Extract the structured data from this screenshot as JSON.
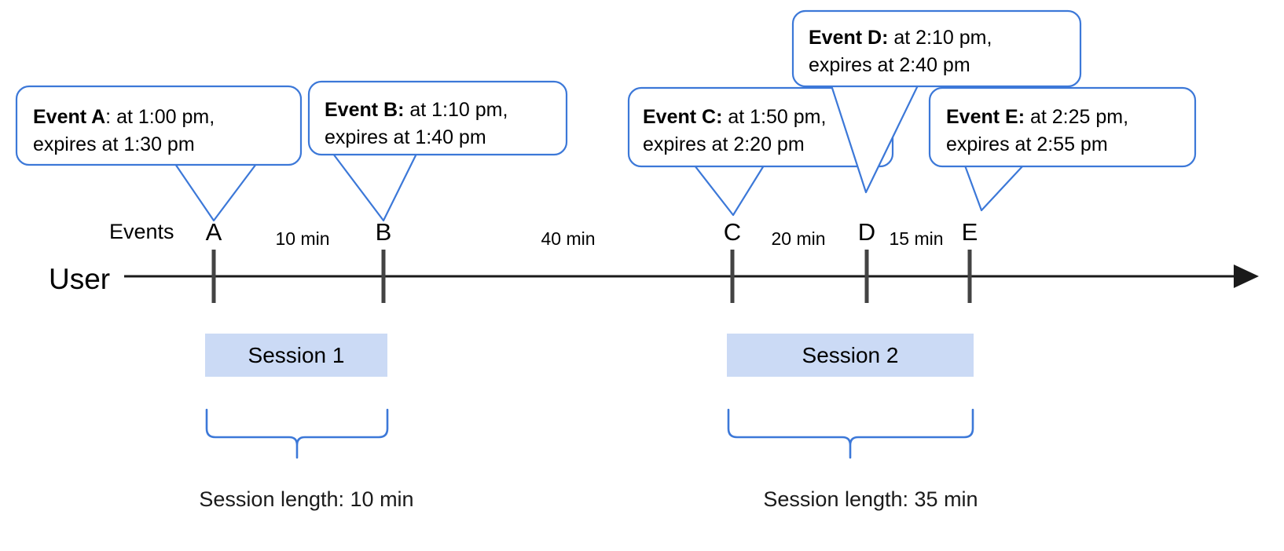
{
  "diagram": {
    "title_row_label": "Events",
    "actor_label": "User",
    "accent_color": "#3c78d8",
    "session_fill": "#cbdaf5",
    "axis_color": "#1a1a1a"
  },
  "callouts": [
    {
      "id": "A",
      "lead": "Event A",
      "separator": ": ",
      "line1_rest": "at 1:00 pm,",
      "line2": "expires at 1:30 pm",
      "bold_includes_colon": false
    },
    {
      "id": "B",
      "lead": "Event B:",
      "separator": " ",
      "line1_rest": "at 1:10 pm,",
      "line2": "expires at 1:40 pm",
      "bold_includes_colon": true
    },
    {
      "id": "C",
      "lead": "Event C:",
      "separator": " ",
      "line1_rest": "at 1:50 pm,",
      "line2": "expires at 2:20 pm",
      "bold_includes_colon": true
    },
    {
      "id": "D",
      "lead": "Event D:",
      "separator": " ",
      "line1_rest": "at 2:10 pm,",
      "line2": "expires at 2:40 pm",
      "bold_includes_colon": true
    },
    {
      "id": "E",
      "lead": "Event E:",
      "separator": " ",
      "line1_rest": "at 2:25 pm,",
      "line2": "expires at 2:55 pm",
      "bold_includes_colon": true
    }
  ],
  "events": [
    {
      "letter": "A",
      "time": "1:00 pm",
      "expires": "1:30 pm"
    },
    {
      "letter": "B",
      "time": "1:10 pm",
      "expires": "1:40 pm"
    },
    {
      "letter": "C",
      "time": "1:50 pm",
      "expires": "2:20 pm"
    },
    {
      "letter": "D",
      "time": "2:10 pm",
      "expires": "2:40 pm"
    },
    {
      "letter": "E",
      "time": "2:25 pm",
      "expires": "2:55 pm"
    }
  ],
  "gaps": [
    {
      "between": "A-B",
      "label": "10 min"
    },
    {
      "between": "B-C",
      "label": "40 min"
    },
    {
      "between": "C-D",
      "label": "20 min"
    },
    {
      "between": "D-E",
      "label": "15 min"
    }
  ],
  "sessions": [
    {
      "name": "Session 1",
      "length_label": "Session length: 10 min"
    },
    {
      "name": "Session 2",
      "length_label": "Session length: 35 min"
    }
  ],
  "chart_data": {
    "type": "timeline",
    "title": "",
    "xlabel": "",
    "ylabel": "",
    "axis_label": "User",
    "series_label": "Events",
    "points": [
      {
        "letter": "A",
        "time": "1:00 pm",
        "expires": "1:30 pm",
        "minutes_from_start": 0,
        "session": "Session 1"
      },
      {
        "letter": "B",
        "time": "1:10 pm",
        "expires": "1:40 pm",
        "minutes_from_start": 10,
        "session": "Session 1"
      },
      {
        "letter": "C",
        "time": "1:50 pm",
        "expires": "2:20 pm",
        "minutes_from_start": 50,
        "session": "Session 2"
      },
      {
        "letter": "D",
        "time": "2:10 pm",
        "expires": "2:40 pm",
        "minutes_from_start": 70,
        "session": "Session 2"
      },
      {
        "letter": "E",
        "time": "2:25 pm",
        "expires": "2:55 pm",
        "minutes_from_start": 85,
        "session": "Session 2"
      }
    ],
    "intervals": [
      {
        "from": "A",
        "to": "B",
        "minutes": 10,
        "label": "10 min"
      },
      {
        "from": "B",
        "to": "C",
        "minutes": 40,
        "label": "40 min"
      },
      {
        "from": "C",
        "to": "D",
        "minutes": 20,
        "label": "20 min"
      },
      {
        "from": "D",
        "to": "E",
        "minutes": 15,
        "label": "15 min"
      }
    ],
    "sessions": [
      {
        "name": "Session 1",
        "start_event": "A",
        "end_event": "B",
        "length_minutes": 10,
        "length_label": "Session length: 10 min"
      },
      {
        "name": "Session 2",
        "start_event": "C",
        "end_event": "E",
        "length_minutes": 35,
        "length_label": "Session length: 35 min"
      }
    ],
    "expiry_window_minutes": 30,
    "grid": false,
    "legend": "none"
  }
}
